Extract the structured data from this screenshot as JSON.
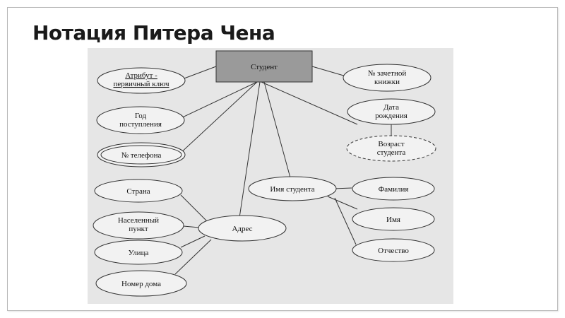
{
  "slide": {
    "title": "Нотация Питера Чена"
  },
  "diagram": {
    "entity": {
      "label": "Студент"
    },
    "attributes": {
      "primary_key": {
        "lines": [
          "Атрибут -",
          "первичный ключ"
        ]
      },
      "record_book": {
        "lines": [
          "№ зачетной",
          "книжки"
        ]
      },
      "year": {
        "lines": [
          "Год",
          "поступления"
        ]
      },
      "birth_date": {
        "lines": [
          "Дата",
          "рождения"
        ]
      },
      "age": {
        "lines": [
          "Возраст",
          "студента"
        ]
      },
      "phone": {
        "lines": [
          "№ телефона"
        ]
      },
      "student_name": {
        "lines": [
          "Имя студента"
        ]
      },
      "surname": {
        "lines": [
          "Фамилия"
        ]
      },
      "first_name": {
        "lines": [
          "Имя"
        ]
      },
      "patronymic": {
        "lines": [
          "Отчество"
        ]
      },
      "country": {
        "lines": [
          "Страна"
        ]
      },
      "locality": {
        "lines": [
          "Населенный",
          "пункт"
        ]
      },
      "address": {
        "lines": [
          "Адрес"
        ]
      },
      "street": {
        "lines": [
          "Улица"
        ]
      },
      "house": {
        "lines": [
          "Номер дома"
        ]
      }
    }
  }
}
